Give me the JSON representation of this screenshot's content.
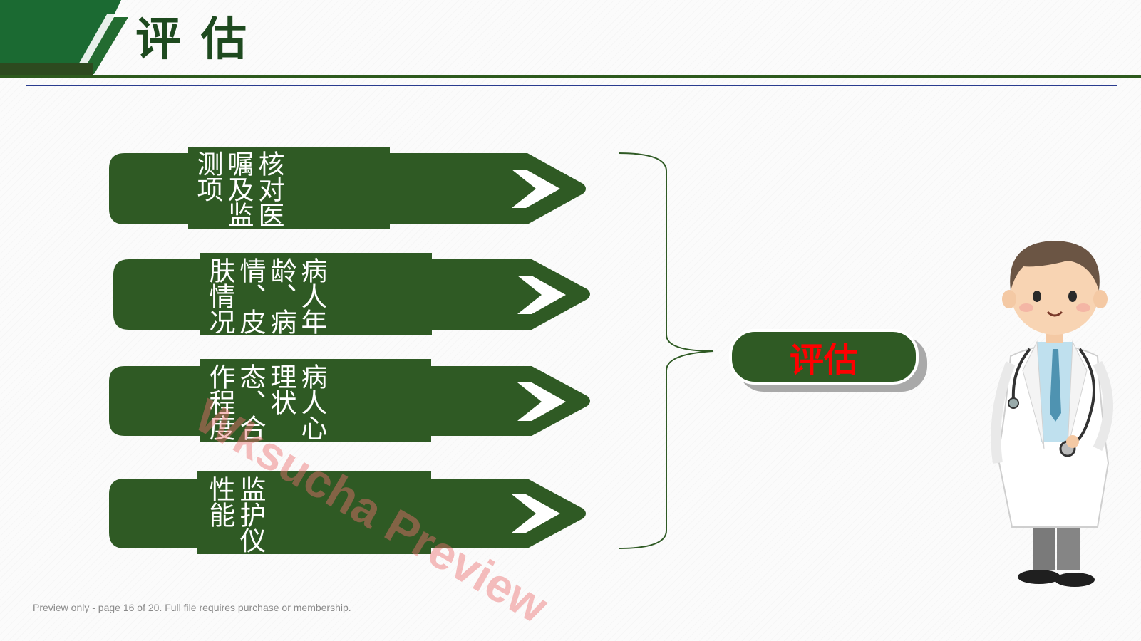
{
  "header": {
    "title": "评估"
  },
  "items": [
    {
      "label": "核对医嘱及监测项"
    },
    {
      "label": "病人年龄、病情、皮肤情况"
    },
    {
      "label": "病人心理状态、合作程度"
    },
    {
      "label": "监护仪性能"
    }
  ],
  "center": {
    "label": "评估"
  },
  "watermark": "Wksucha Preview",
  "footer": {
    "note": "Preview only - page 16 of 20. Full file requires purchase or membership."
  },
  "colors": {
    "primary_green": "#2f5a24",
    "header_green": "#1b6a32",
    "title_green": "#1e4a1f",
    "accent_red": "#ff0000",
    "line_blue": "#2a3c8f"
  },
  "icons": [
    "chevron-right-icon",
    "doctor-illustration"
  ]
}
